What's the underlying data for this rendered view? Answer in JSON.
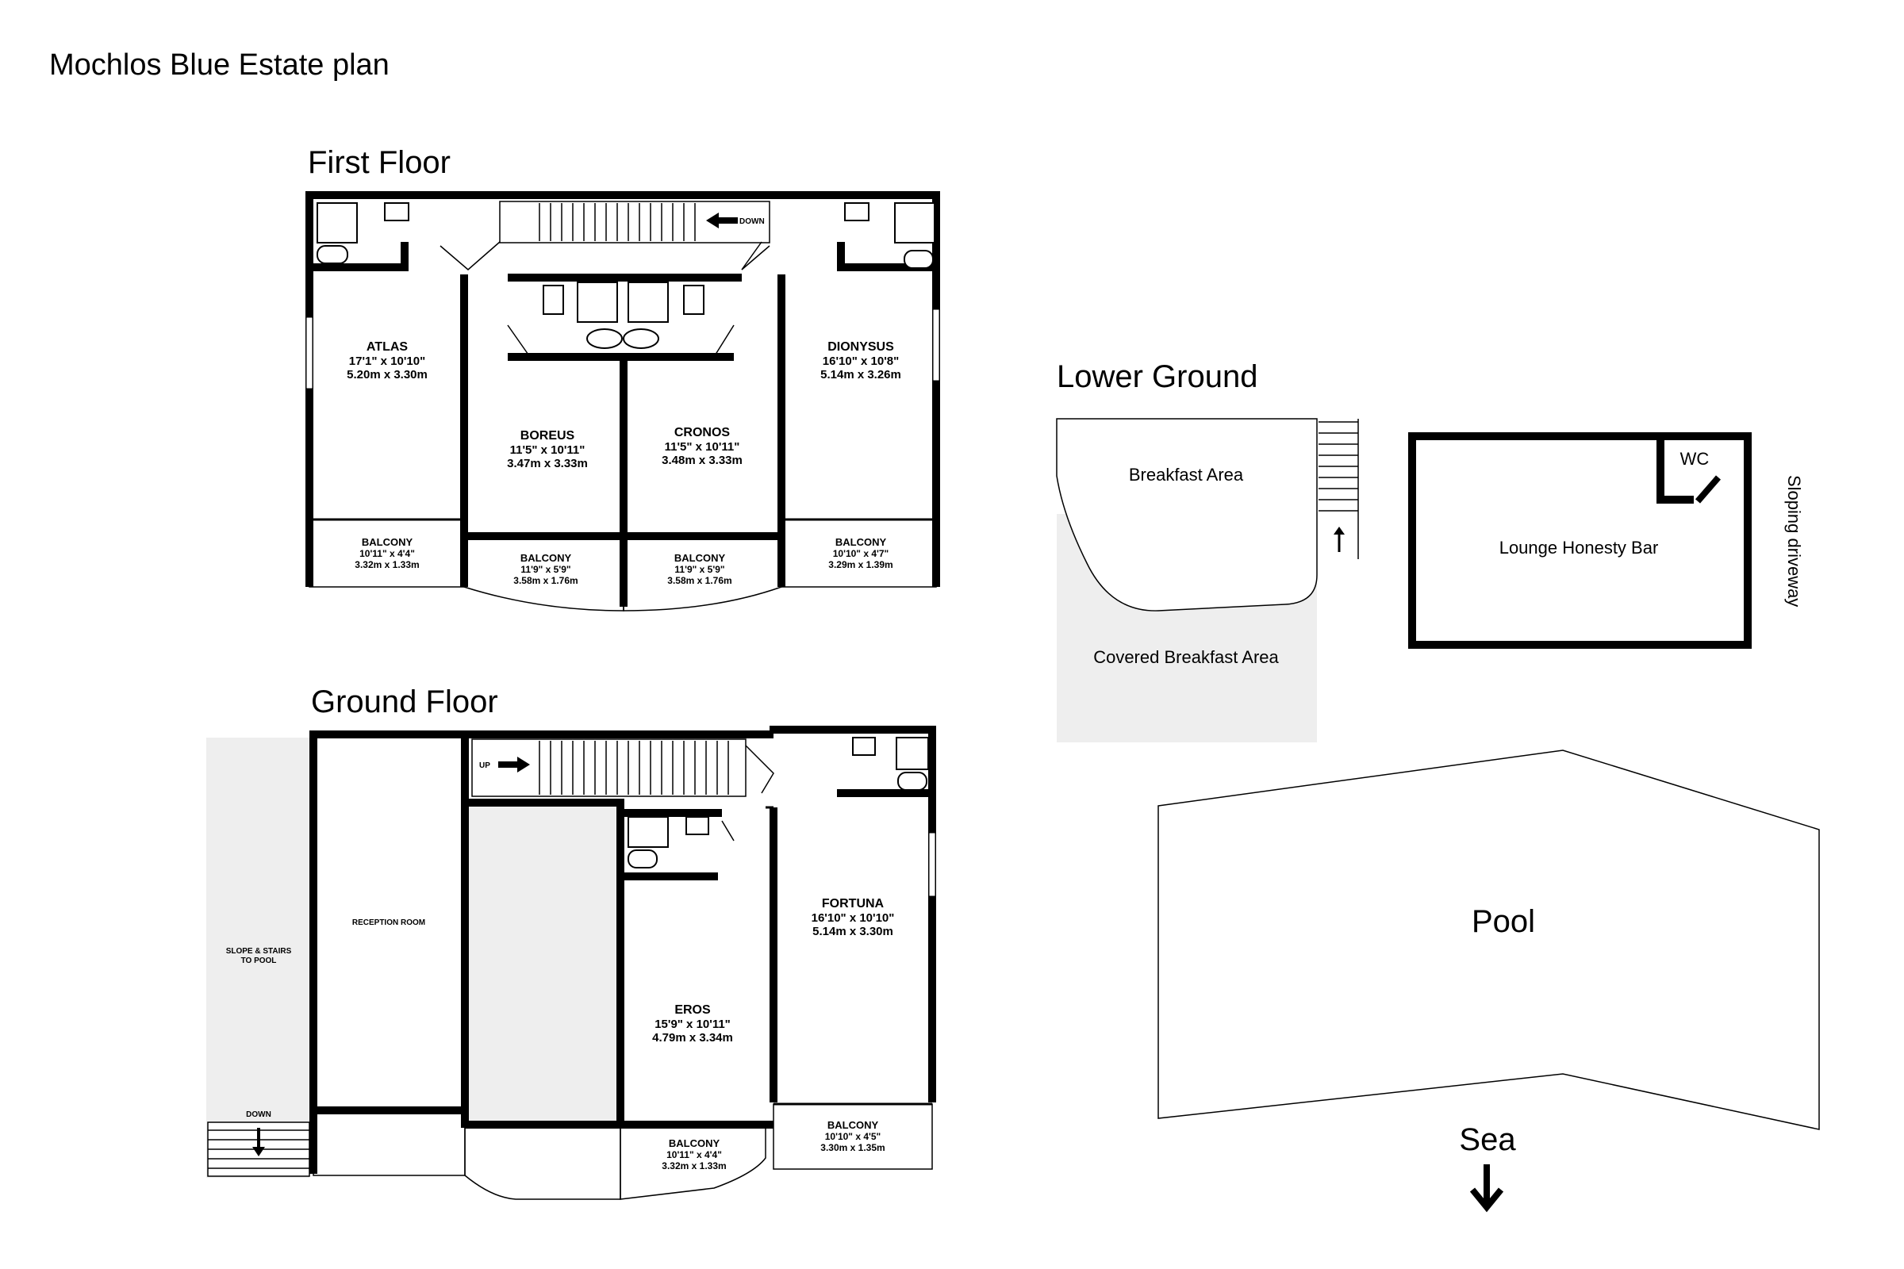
{
  "page": {
    "title": "Mochlos Blue Estate plan"
  },
  "first_floor": {
    "heading": "First Floor",
    "stairs_label": "DOWN",
    "rooms": [
      {
        "name": "ATLAS",
        "imperial": "17'1\"  x 10'10\"",
        "metric": "5.20m  x 3.30m"
      },
      {
        "name": "BOREUS",
        "imperial": "11'5\"  x 10'11\"",
        "metric": "3.47m  x 3.33m"
      },
      {
        "name": "CRONOS",
        "imperial": "11'5\"  x 10'11\"",
        "metric": "3.48m  x 3.33m"
      },
      {
        "name": "DIONYSUS",
        "imperial": "16'10\"  x 10'8\"",
        "metric": "5.14m  x 3.26m"
      }
    ],
    "balconies": [
      {
        "name": "BALCONY",
        "imperial": "10'11\"  x 4'4\"",
        "metric": "3.32m  x 1.33m"
      },
      {
        "name": "BALCONY",
        "imperial": "11'9\"  x 5'9\"",
        "metric": "3.58m  x 1.76m"
      },
      {
        "name": "BALCONY",
        "imperial": "11'9\"  x 5'9\"",
        "metric": "3.58m  x 1.76m"
      },
      {
        "name": "BALCONY",
        "imperial": "10'10\"  x 4'7\"",
        "metric": "3.29m  x 1.39m"
      }
    ]
  },
  "ground_floor": {
    "heading": "Ground Floor",
    "stairs_label": "UP",
    "slope_label_1": "SLOPE & STAIRS",
    "slope_label_2": "TO POOL",
    "slope_stairs_label": "DOWN",
    "reception": "RECEPTION ROOM",
    "rooms": [
      {
        "name": "EROS",
        "imperial": "15'9\"  x 10'11\"",
        "metric": "4.79m  x 3.34m"
      },
      {
        "name": "FORTUNA",
        "imperial": "16'10\"  x 10'10\"",
        "metric": "5.14m  x 3.30m"
      }
    ],
    "balconies": [
      {
        "name": "BALCONY",
        "imperial": "10'11\"  x 4'4\"",
        "metric": "3.32m  x 1.33m"
      },
      {
        "name": "BALCONY",
        "imperial": "10'10\"  x 4'5\"",
        "metric": "3.30m  x 1.35m"
      }
    ]
  },
  "lower_ground": {
    "heading": "Lower Ground",
    "breakfast": "Breakfast Area",
    "covered_breakfast": "Covered Breakfast Area",
    "lounge": "Lounge Honesty Bar",
    "wc": "WC",
    "driveway": "Sloping driveway"
  },
  "pool": {
    "label": "Pool",
    "sea": "Sea"
  },
  "colors": {
    "wall": "#000000",
    "shade": "#eeeeee",
    "background": "#ffffff"
  }
}
